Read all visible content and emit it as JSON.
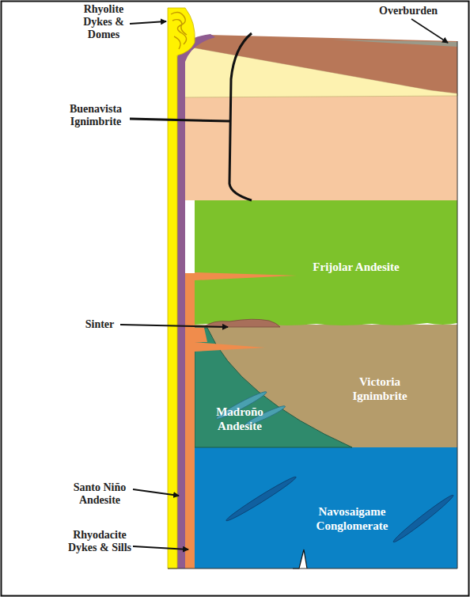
{
  "diagram": {
    "nodes": [
      {
        "text": [
          "Frijolar Andesite"
        ]
      },
      {
        "text": [
          "Victoria Ignimbrite"
        ]
      },
      {
        "text": [
          "Madroño Andesite"
        ]
      },
      {
        "text": [
          "Navosaigame Conglomerate"
        ]
      }
    ],
    "labels": [
      "Rhyolite Dykes & Domes",
      "Overburden",
      "Buenavista Ignimbrite",
      "Sinter",
      "Santo Niño Andesite",
      "Rhyodacite Dykes & Sills"
    ]
  }
}
